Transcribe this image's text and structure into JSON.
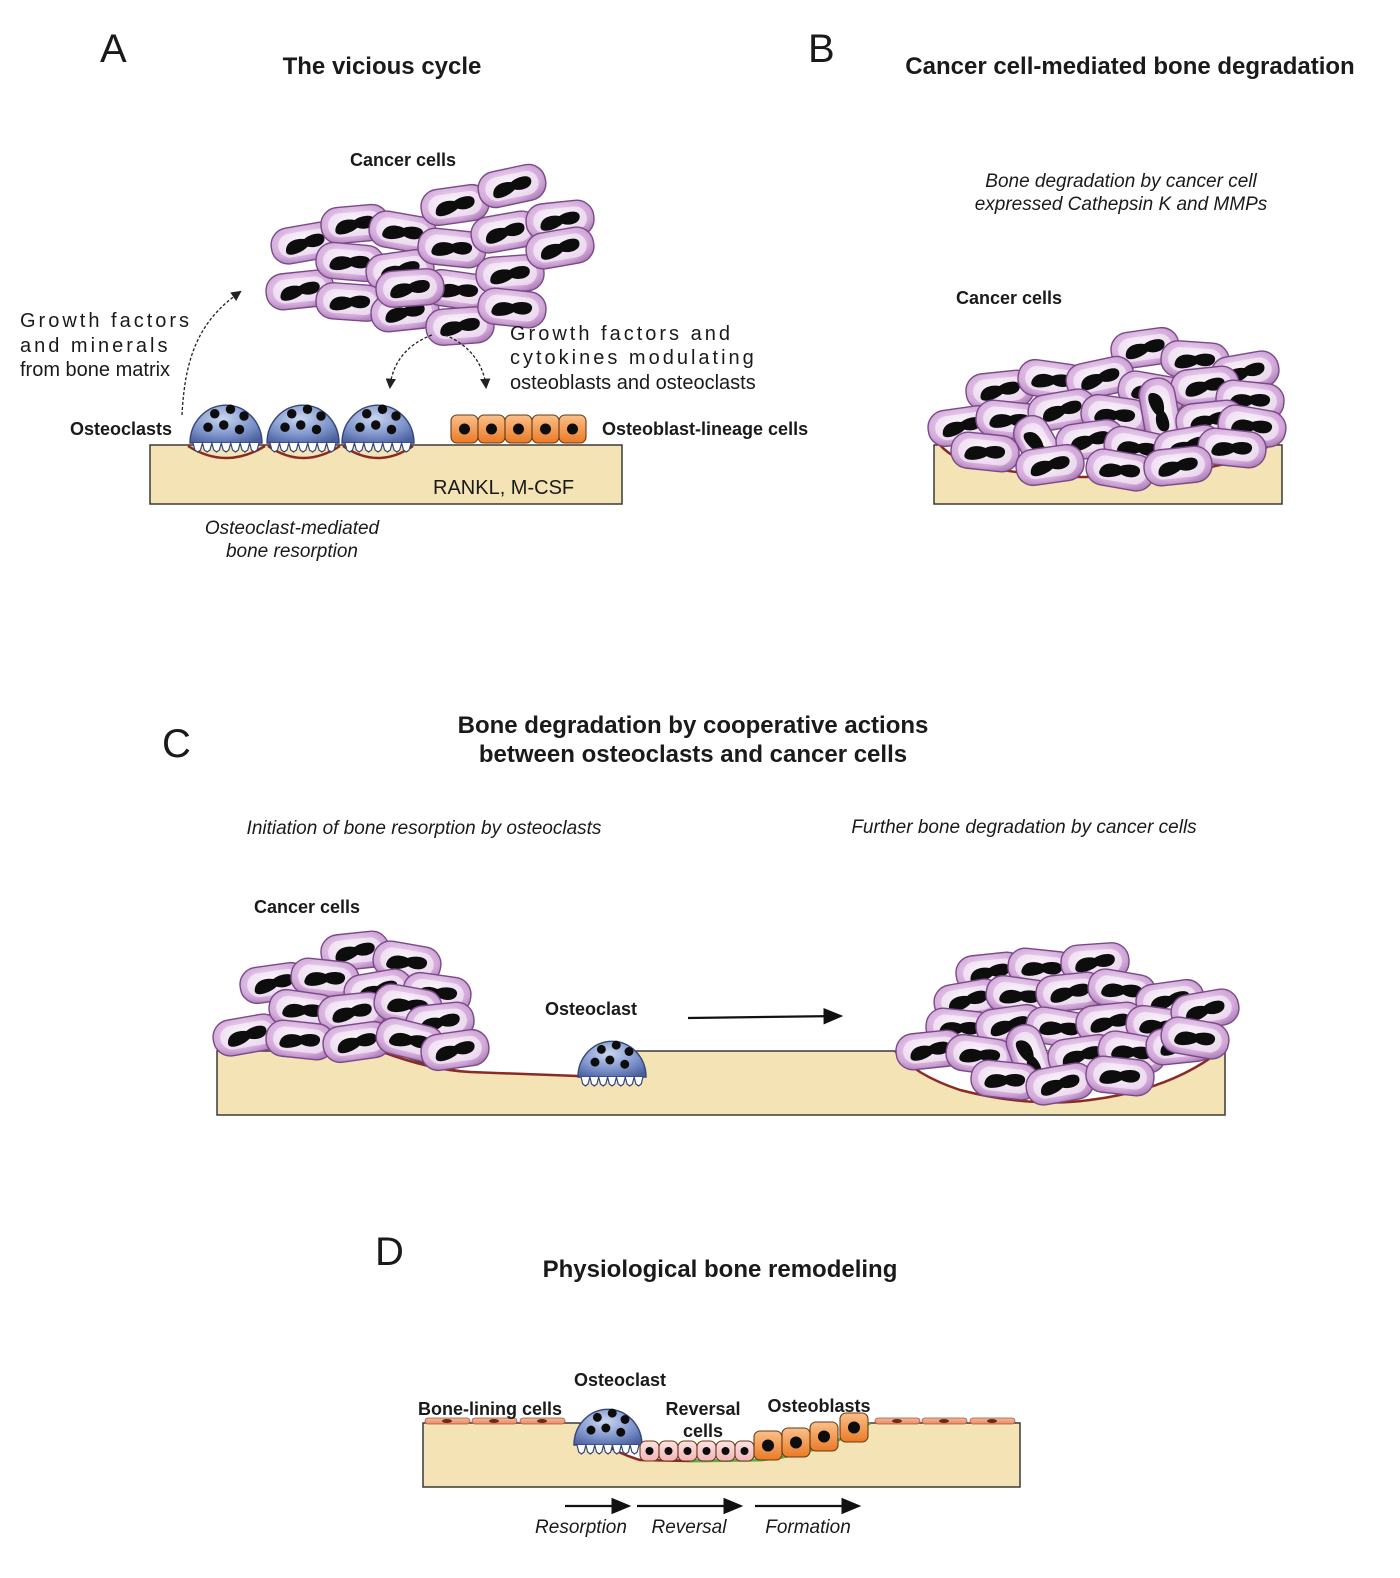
{
  "panel_a": {
    "letter": "A",
    "title": "The vicious cycle",
    "cancer_cells_label": "Cancer cells",
    "growth_left": [
      "Growth factors",
      "and minerals",
      "from bone matrix"
    ],
    "growth_right": [
      "Growth factors and",
      "cytokines modulating",
      "osteoblasts and osteoclasts"
    ],
    "osteoclasts_label": "Osteoclasts",
    "osteoblast_lineage_label": "Osteoblast-lineage cells",
    "rankl_label": "RANKL, M-CSF",
    "caption": [
      "Osteoclast-mediated",
      "bone resorption"
    ]
  },
  "panel_b": {
    "letter": "B",
    "title": "Cancer cell-mediated bone degradation",
    "subtitle": [
      "Bone degradation by cancer cell",
      "expressed Cathepsin K and MMPs"
    ],
    "cancer_cells_label": "Cancer cells"
  },
  "panel_c": {
    "letter": "C",
    "title": [
      "Bone degradation by cooperative actions",
      "between osteoclasts and cancer cells"
    ],
    "left_caption": "Initiation of bone resorption by osteoclasts",
    "right_caption": "Further bone degradation by cancer cells",
    "cancer_cells_label": "Cancer cells",
    "osteoclast_label": "Osteoclast"
  },
  "panel_d": {
    "letter": "D",
    "title": "Physiological bone remodeling",
    "osteoclast_label": "Osteoclast",
    "bone_lining_label": "Bone-lining cells",
    "reversal_label": [
      "Reversal",
      "cells"
    ],
    "osteoblasts_label": "Osteoblasts",
    "phases": [
      "Resorption",
      "Reversal",
      "Formation"
    ]
  },
  "colors": {
    "bone": "#f4e3b4",
    "cancer_cell": "#cfa6d6",
    "cancer_cell_edge": "#7a4a88",
    "osteoclast": "#6f86c0",
    "osteoblast": "#f0923c",
    "reversal_cell": "#f6c6c8",
    "erosion": "#8a2a24",
    "new_bone": "#5cae4a"
  }
}
